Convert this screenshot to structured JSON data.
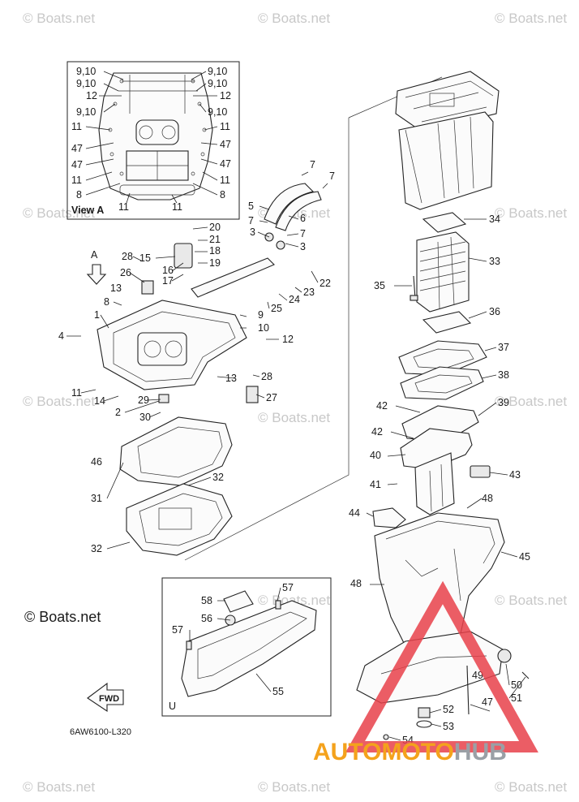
{
  "watermark": "© Boats.net",
  "copyright": "© Boats.net",
  "diagram_code": "6AW6100-L320",
  "view_a_title": "View A",
  "view_u_title": "U",
  "arrow_a_label": "A",
  "fwd_label": "FWD",
  "brand": {
    "part1": "AUTO",
    "part2": "MOTO",
    "part3": "HUB",
    "color_primary": "#f4a21c",
    "color_secondary": "#9aa0a6",
    "triangle_color": "#e8414a"
  },
  "view_a_labels": {
    "left": [
      "9,10",
      "9,10",
      "12",
      "9,10",
      "11",
      "47",
      "47",
      "11",
      "8",
      "11"
    ],
    "right": [
      "9,10",
      "9,10",
      "12",
      "9,10",
      "11",
      "47",
      "47",
      "11",
      "8",
      "11"
    ]
  },
  "callouts": [
    "1",
    "2",
    "3",
    "3",
    "4",
    "5",
    "6",
    "7",
    "7",
    "7",
    "7",
    "8",
    "9",
    "10",
    "11",
    "12",
    "13",
    "13",
    "14",
    "15",
    "16",
    "17",
    "18",
    "19",
    "20",
    "21",
    "22",
    "23",
    "24",
    "25",
    "26",
    "27",
    "28",
    "28",
    "29",
    "30",
    "31",
    "32",
    "32",
    "33",
    "34",
    "35",
    "36",
    "37",
    "38",
    "39",
    "40",
    "41",
    "42",
    "42",
    "43",
    "44",
    "45",
    "46",
    "47",
    "48",
    "48",
    "49",
    "50",
    "51",
    "52",
    "53",
    "54",
    "55",
    "56",
    "57",
    "57",
    "58"
  ]
}
